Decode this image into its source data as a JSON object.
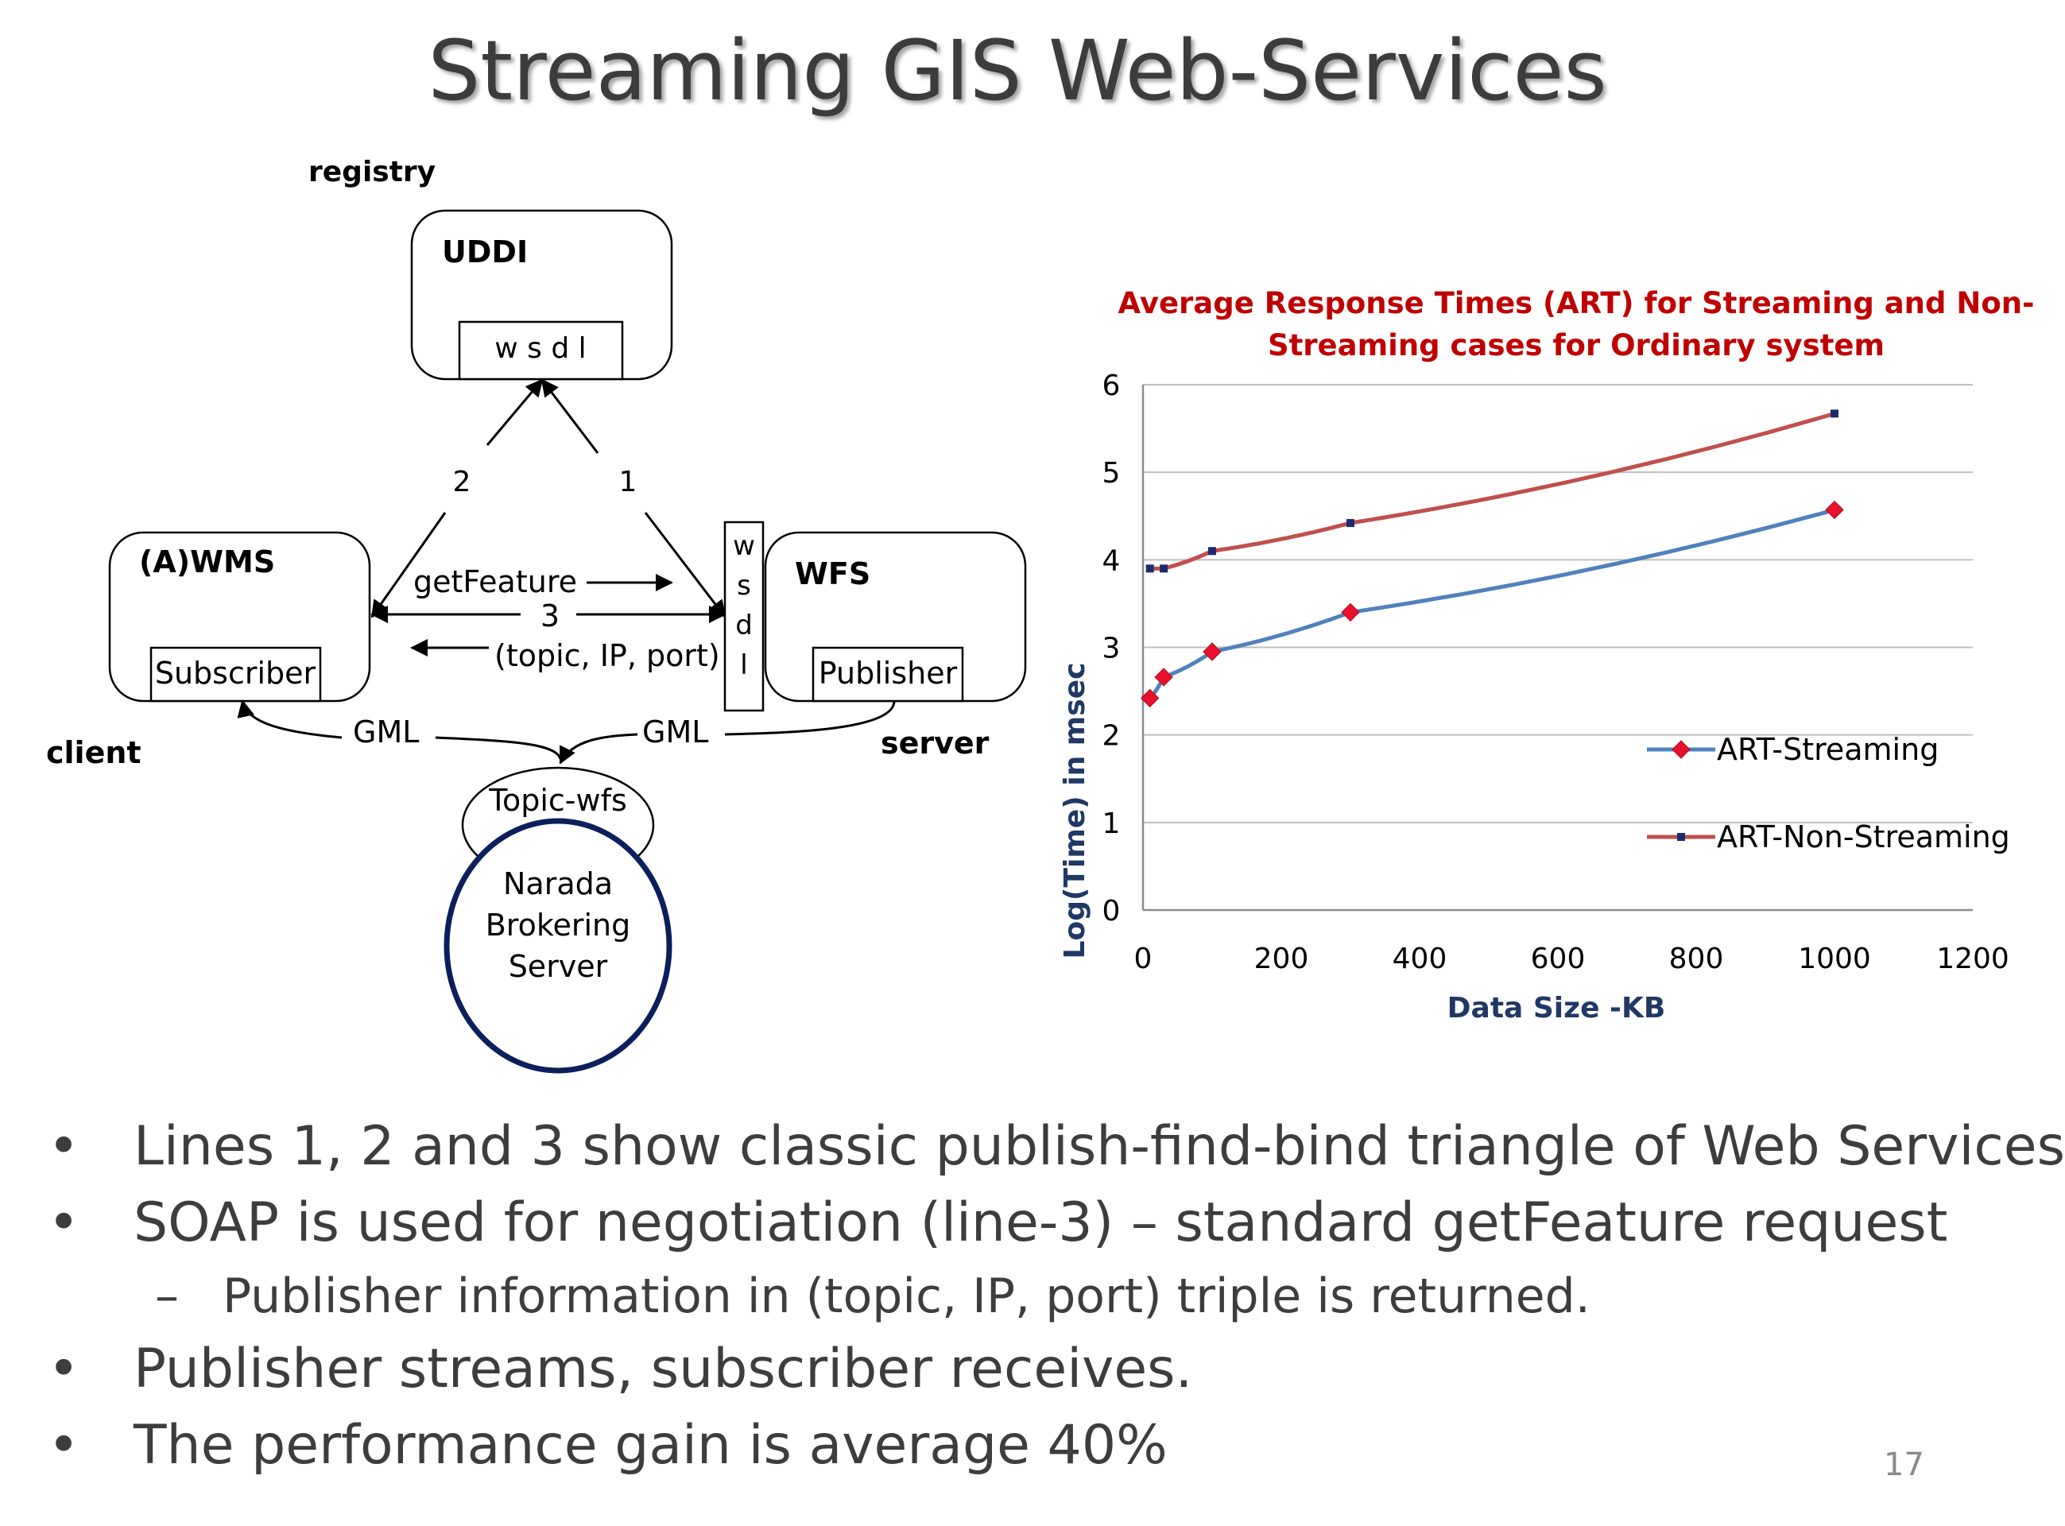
{
  "title": "Streaming GIS Web-Services",
  "diagram": {
    "registry_label": "registry",
    "uddi_label": "UDDI",
    "uddi_wsdl": "w s d l",
    "arrow_2": "2",
    "arrow_1": "1",
    "wms_label": "(A)WMS",
    "subscriber_label": "Subscriber",
    "client_label": "client",
    "getfeature_label": "getFeature",
    "arrow_3": "3",
    "topic_ip_port": "(topic, IP, port)",
    "wsdl_letters": [
      "w",
      "s",
      "d",
      "l"
    ],
    "wfs_label": "WFS",
    "publisher_label": "Publisher",
    "server_label": "server",
    "gml_left": "GML",
    "gml_right": "GML",
    "topic_label": "Topic-wfs",
    "broker_lines": [
      "Narada",
      "Brokering",
      "Server"
    ]
  },
  "chart_data": {
    "type": "line",
    "title": "Average Response Times (ART) for Streaming and Non-Streaming cases for Ordinary system",
    "title_lines": [
      "Average Response Times (ART) for Streaming and Non-",
      "Streaming cases for Ordinary system"
    ],
    "xlabel": "Data Size -KB",
    "ylabel": "Log(Time) in msec",
    "xlim": [
      0,
      1200
    ],
    "ylim": [
      0,
      6
    ],
    "xticks": [
      "0",
      "200",
      "400",
      "600",
      "800",
      "1000",
      "1200"
    ],
    "yticks": [
      "0",
      "1",
      "2",
      "3",
      "4",
      "5",
      "6"
    ],
    "grid": "horizontal",
    "legend_position": "right",
    "series": [
      {
        "name": "ART-Streaming",
        "color": "#4f81bd",
        "marker_color": "#e8102a",
        "marker": "diamond",
        "x": [
          10,
          30,
          100,
          300,
          1000
        ],
        "y": [
          2.42,
          2.66,
          2.95,
          3.4,
          4.57
        ]
      },
      {
        "name": "ART-Non-Streaming",
        "color": "#c0504d",
        "marker_color": "#1f2a6e",
        "marker": "square",
        "x": [
          10,
          30,
          100,
          300,
          1000
        ],
        "y": [
          3.9,
          3.9,
          4.1,
          4.42,
          5.67
        ]
      }
    ]
  },
  "bullets": [
    {
      "bullet": "•",
      "text": "Lines 1, 2 and 3 show classic publish-find-bind triangle of Web Services"
    },
    {
      "bullet": "•",
      "text": "SOAP is used for negotiation (line-3) – standard getFeature request"
    },
    {
      "bullet": "–",
      "text": "Publisher information in (topic, IP, port) triple is returned.",
      "level": 2
    },
    {
      "bullet": "•",
      "text": "Publisher streams, subscriber receives."
    },
    {
      "bullet": "•",
      "text": "The performance gain is average 40%"
    }
  ],
  "page_number": "17",
  "colors": {
    "title": "#3c3c3c",
    "body_text": "#3d3d3d",
    "chart_title": "#c00000",
    "axis_title": "#1f3864",
    "broker_circle": "#0c1f5c"
  }
}
